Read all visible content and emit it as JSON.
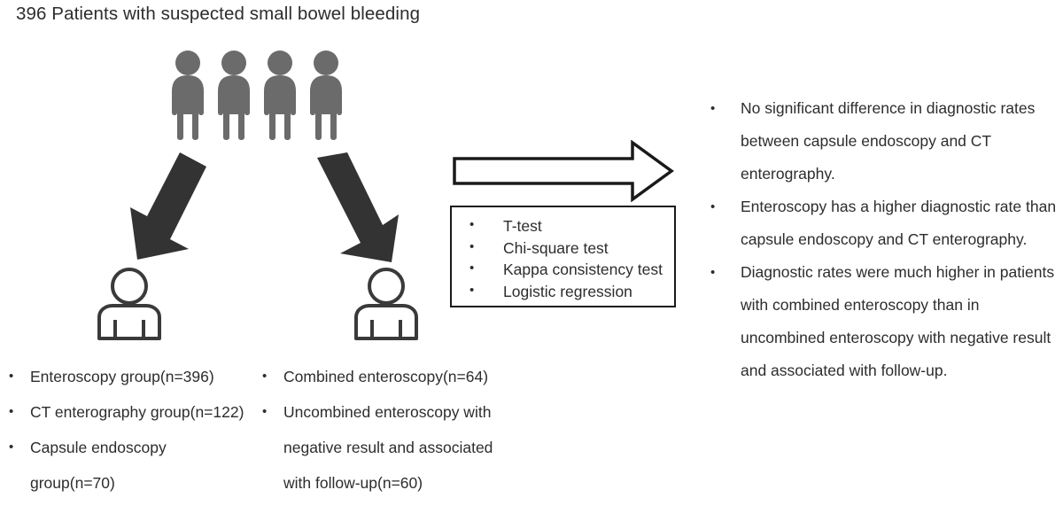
{
  "title": "396 Patients with suspected small bowel bleeding",
  "colors": {
    "text": "#2d2d2d",
    "person_filled": "#6b6b6b",
    "solid_arrow": "#333333",
    "outline_stroke": "#3a3a3a",
    "box_border": "#1a1a1a",
    "background": "#ffffff"
  },
  "cohort": {
    "icon_name": "people-group-icon",
    "icon_count": 4,
    "label": "396 Patients"
  },
  "arrows": {
    "left_branch": "down-left-arrow",
    "right_branch": "down-right-arrow",
    "analysis": "hollow-right-arrow"
  },
  "branches": {
    "left": {
      "icon_name": "person-outline-icon",
      "items": [
        "Enteroscopy group(n=396)",
        "CT enterography group(n=122)",
        "Capsule endoscopy group(n=70)"
      ]
    },
    "middle": {
      "icon_name": "person-outline-icon",
      "items": [
        "Combined enteroscopy(n=64)",
        "Uncombined enteroscopy with negative result and associated with follow-up(n=60)"
      ]
    }
  },
  "methods": {
    "items": [
      "T-test",
      "Chi-square test",
      "Kappa consistency test",
      "Logistic regression"
    ]
  },
  "conclusions": {
    "items": [
      "No significant difference in diagnostic rates between capsule endoscopy and CT enterography.",
      "Enteroscopy has a higher diagnostic rate than capsule endoscopy and CT enterography.",
      "Diagnostic rates were much higher in patients with combined enteroscopy than in uncombined enteroscopy with negative result and associated with follow-up."
    ]
  }
}
